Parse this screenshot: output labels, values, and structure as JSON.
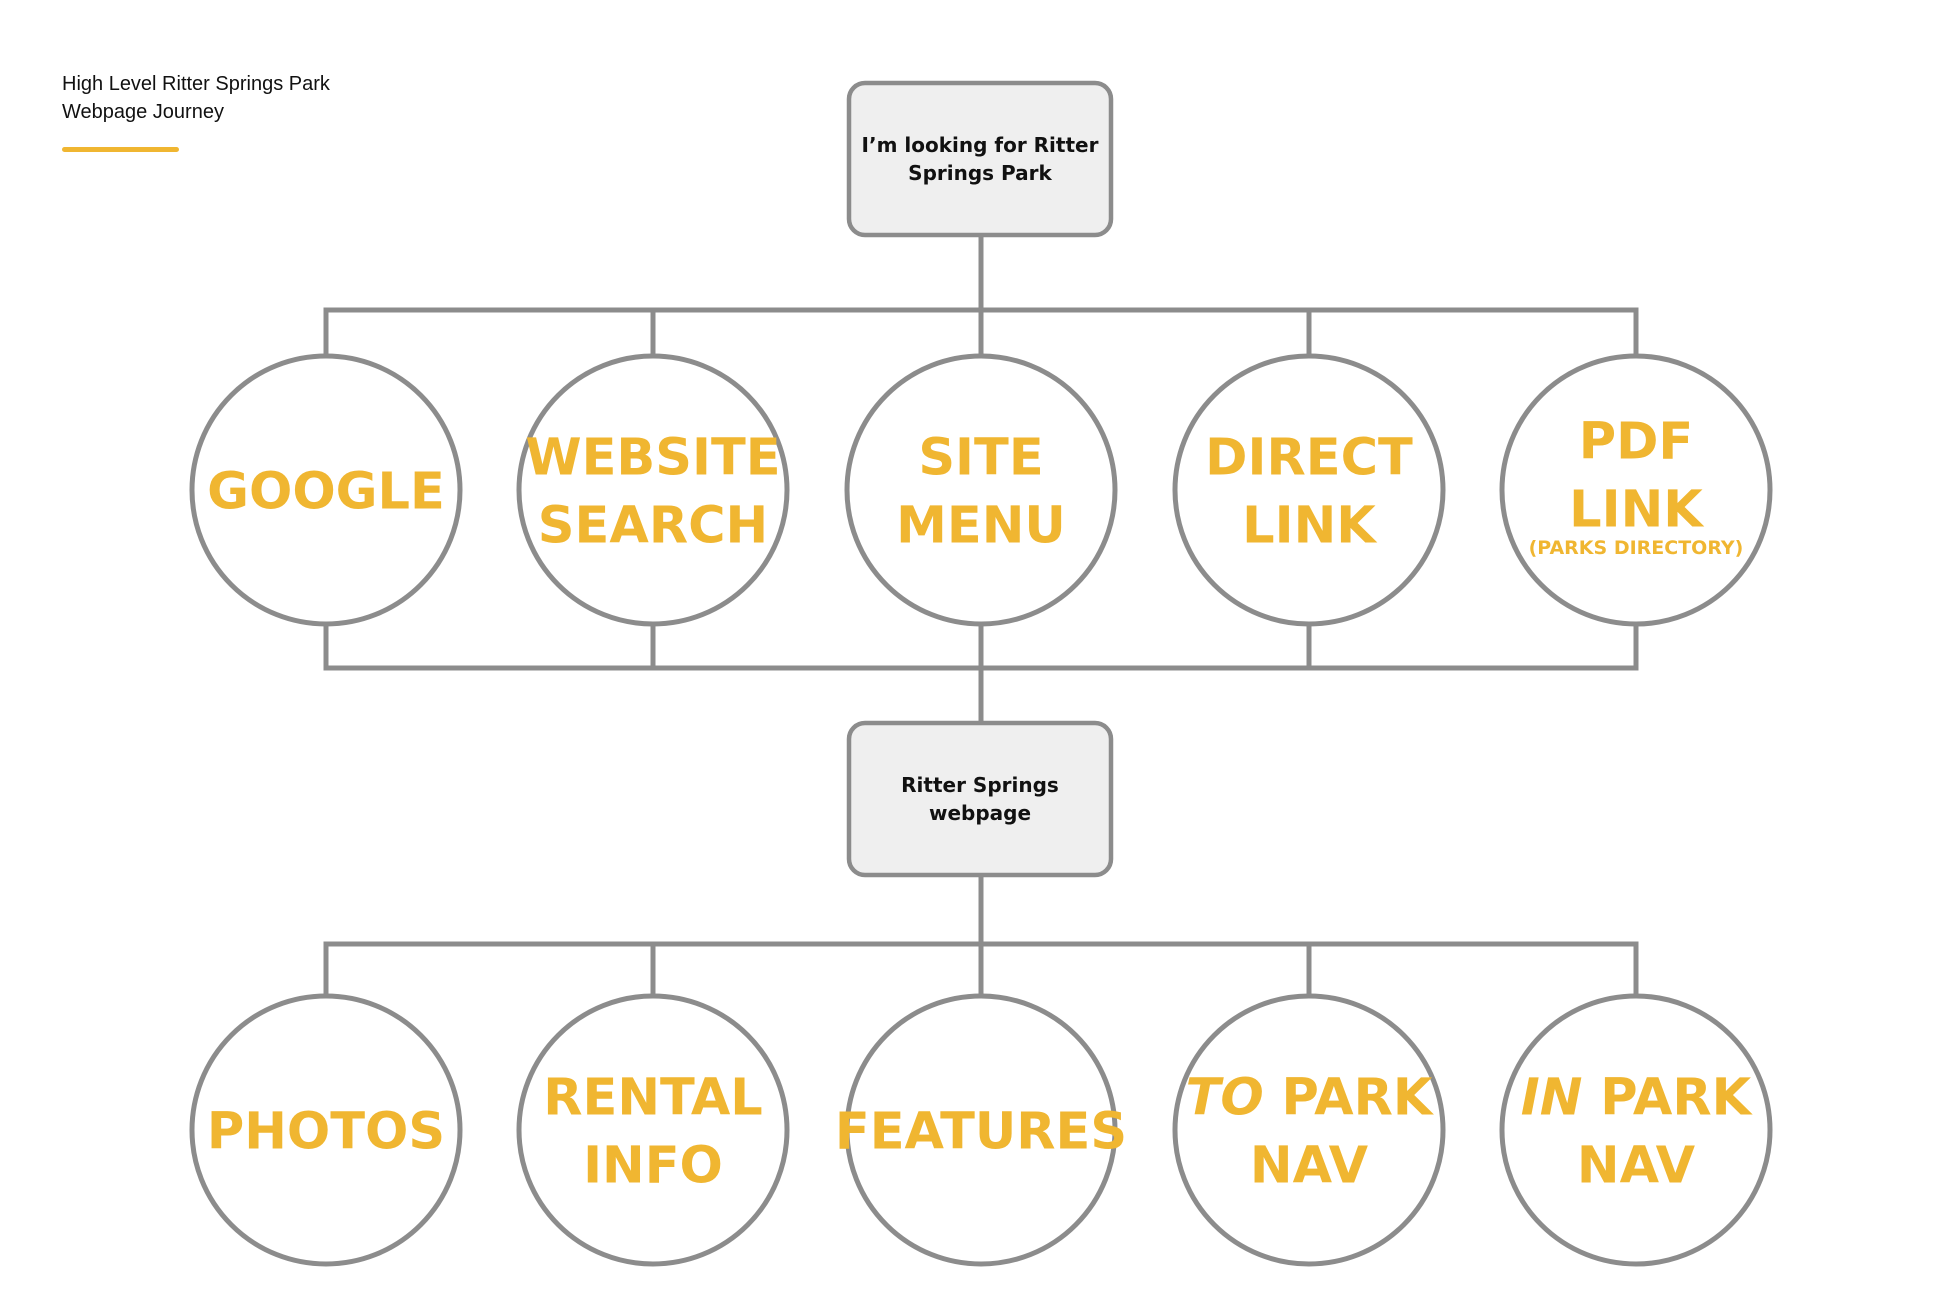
{
  "title": {
    "line1": "High Level Ritter Springs Park",
    "line2": "Webpage Journey"
  },
  "colors": {
    "accent": "#f0b631",
    "line": "#8c8c8c",
    "box_fill": "#efefef",
    "text_dark": "#111111"
  },
  "top_box": {
    "lines": [
      "I’m looking for Ritter",
      "Springs Park"
    ]
  },
  "middle_box": {
    "lines": [
      "Ritter Springs",
      "webpage"
    ]
  },
  "entry_points": [
    {
      "id": "google",
      "lines": [
        [
          {
            "t": "GOOGLE"
          }
        ]
      ]
    },
    {
      "id": "website-search",
      "lines": [
        [
          {
            "t": "WEBSITE"
          }
        ],
        [
          {
            "t": "SEARCH"
          }
        ]
      ]
    },
    {
      "id": "site-menu",
      "lines": [
        [
          {
            "t": "SITE"
          }
        ],
        [
          {
            "t": "MENU"
          }
        ]
      ]
    },
    {
      "id": "direct-link",
      "lines": [
        [
          {
            "t": "DIRECT"
          }
        ],
        [
          {
            "t": "LINK"
          }
        ]
      ]
    },
    {
      "id": "pdf-link",
      "lines": [
        [
          {
            "t": "PDF"
          }
        ],
        [
          {
            "t": "LINK"
          }
        ]
      ],
      "note": "(PARKS DIRECTORY)"
    }
  ],
  "page_sections": [
    {
      "id": "photos",
      "lines": [
        [
          {
            "t": "PHOTOS"
          }
        ]
      ]
    },
    {
      "id": "rental-info",
      "lines": [
        [
          {
            "t": "RENTAL"
          }
        ],
        [
          {
            "t": "INFO"
          }
        ]
      ]
    },
    {
      "id": "features",
      "lines": [
        [
          {
            "t": "FEATURES"
          }
        ]
      ]
    },
    {
      "id": "to-park-nav",
      "lines": [
        [
          {
            "t": "TO",
            "italic": true
          },
          {
            "t": " PARK"
          }
        ],
        [
          {
            "t": "NAV"
          }
        ]
      ]
    },
    {
      "id": "in-park-nav",
      "lines": [
        [
          {
            "t": "IN",
            "italic": true
          },
          {
            "t": " PARK"
          }
        ],
        [
          {
            "t": "NAV"
          }
        ]
      ]
    }
  ]
}
